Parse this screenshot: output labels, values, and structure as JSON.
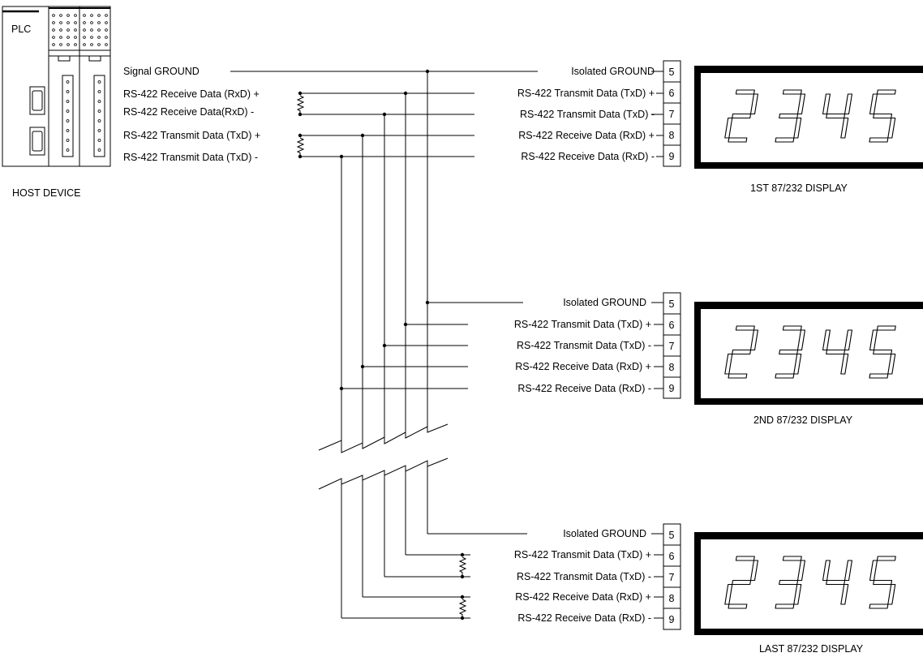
{
  "host": {
    "plc_label": "PLC",
    "caption": "HOST DEVICE"
  },
  "host_signals": [
    "Signal GROUND",
    "RS-422 Receive Data (RxD) +",
    "RS-422 Receive Data(RxD) -",
    "RS-422 Transmit Data (TxD) +",
    "RS-422 Transmit Data (TxD) -"
  ],
  "displays": [
    {
      "caption": "1ST 87/232 DISPLAY",
      "digits": "2345",
      "terminals": [
        {
          "num": "5",
          "label": "Isolated GROUND"
        },
        {
          "num": "6",
          "label": "RS-422 Transmit Data (TxD) +"
        },
        {
          "num": "7",
          "label": "RS-422 Transmit Data (TxD) -"
        },
        {
          "num": "8",
          "label": "RS-422 Receive Data (RxD) +"
        },
        {
          "num": "9",
          "label": "RS-422 Receive Data (RxD)  -"
        }
      ]
    },
    {
      "caption": "2ND 87/232 DISPLAY",
      "digits": "2345",
      "terminals": [
        {
          "num": "5",
          "label": "Isolated GROUND"
        },
        {
          "num": "6",
          "label": "RS-422 Transmit Data (TxD) +"
        },
        {
          "num": "7",
          "label": "RS-422 Transmit Data (TxD) -"
        },
        {
          "num": "8",
          "label": "RS-422 Receive Data (RxD) +"
        },
        {
          "num": "9",
          "label": "RS-422 Receive Data (RxD)  -"
        }
      ]
    },
    {
      "caption": "LAST 87/232 DISPLAY",
      "digits": "2345",
      "terminals": [
        {
          "num": "5",
          "label": "Isolated GROUND"
        },
        {
          "num": "6",
          "label": "RS-422 Transmit Data (TxD) +"
        },
        {
          "num": "7",
          "label": "RS-422 Transmit Data (TxD) -"
        },
        {
          "num": "8",
          "label": "RS-422 Receive Data (RxD) +"
        },
        {
          "num": "9",
          "label": "RS-422 Receive Data (RxD)  -"
        }
      ]
    }
  ]
}
